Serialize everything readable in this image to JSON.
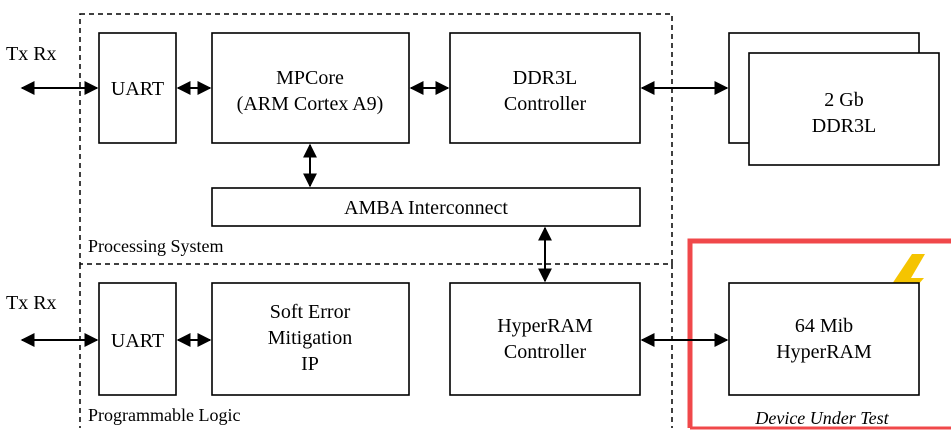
{
  "regions": {
    "processing_system": "Processing System",
    "programmable_logic": "Programmable Logic",
    "device_under_test": "Device Under Test"
  },
  "signals": {
    "top": "Tx Rx",
    "bottom": "Tx Rx"
  },
  "blocks": {
    "uart_top": "UART",
    "mpcore_line1": "MPCore",
    "mpcore_line2": "(ARM Cortex A9)",
    "ddr3l_ctrl_line1": "DDR3L",
    "ddr3l_ctrl_line2": "Controller",
    "ddr3l_mem_line1": "2 Gb",
    "ddr3l_mem_line2": "DDR3L",
    "amba": "AMBA Interconnect",
    "uart_bottom": "UART",
    "sem_line1": "Soft Error",
    "sem_line2": "Mitigation",
    "sem_line3": "IP",
    "hyperram_ctrl_line1": "HyperRAM",
    "hyperram_ctrl_line2": "Controller",
    "hyperram_line1": "64 Mib",
    "hyperram_line2": "HyperRAM"
  },
  "colors": {
    "dut_border": "#f0484a",
    "lightning": "#f5c400"
  },
  "icons": {
    "lightning": "lightning-bolt-icon"
  }
}
